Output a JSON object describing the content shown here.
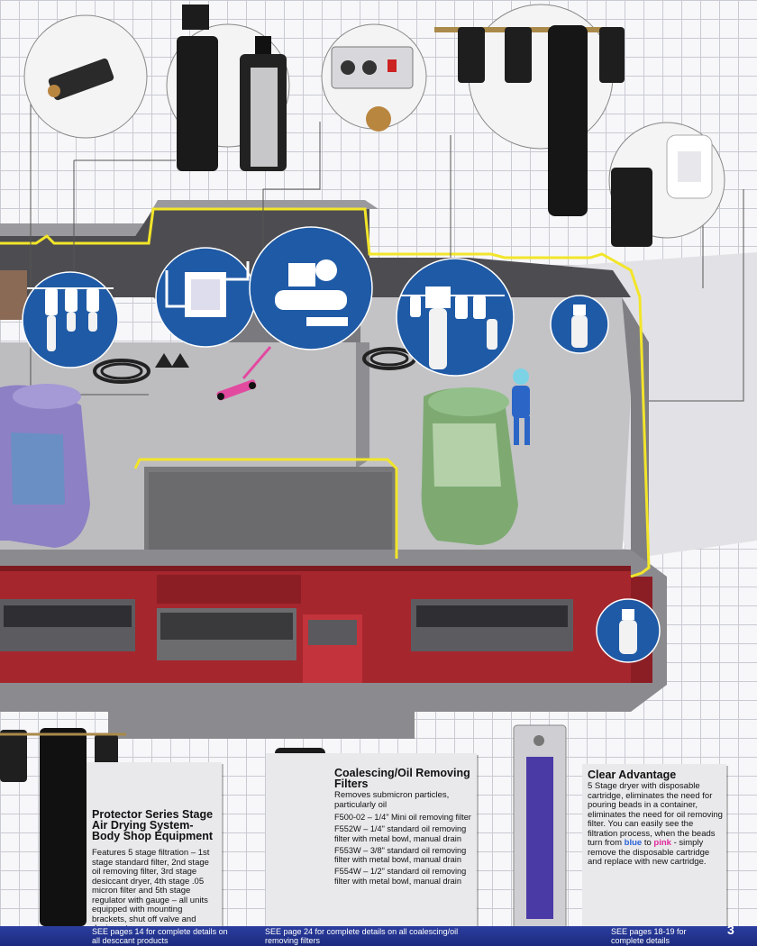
{
  "protector_card": {
    "title": "Protector Series Stage Air Drying System-Body Shop Equipment",
    "body": "Features 5 stage filtration – 1st stage standard filter, 2nd stage oil removing filter, 3rd stage desiccant dryer, 4th stage .05 micron filter and 5th stage regulator with gauge – all units equipped with mounting brackets, shut off valve and desiccant.",
    "see": "SEE pages 14 for complete details on all desccant products"
  },
  "coalescing_card": {
    "title": "Coalescing/Oil Removing Filters",
    "intro": "Removes submicron particles, particularly oil",
    "specs": [
      "F500-02 – 1/4\" Mini oil removing filter",
      "F552W – 1/4\" standard oil removing filter with metal bowl, manual drain",
      "F553W – 3/8\" standard oil removing filter with metal bowl, manual drain",
      "F554W – 1/2\" standard oil removing filter with metal bowl, manual drain"
    ],
    "see": "SEE page 24 for complete details on all coalescing/oil removing filters"
  },
  "clear_card": {
    "title": "Clear Advantage",
    "body_a": "5 Stage dryer with disposable cartridge, eliminates the need for pouring beads in a container, eliminates the need for oil removing filter. You can easily see the filtration process, when the beads turn from",
    "word_blue": "blue",
    "body_b": "to",
    "word_pink": "pink",
    "body_c": "- simply remove the disposable cartridge and replace with new cartridge.",
    "see": "SEE pages 18-19 for complete details"
  },
  "page_number": "3",
  "colors": {
    "air_line": "#f2e52a",
    "badge_blue": "#1f5aa6",
    "brick": "#a6262d",
    "footer_blue": "#24338e"
  }
}
